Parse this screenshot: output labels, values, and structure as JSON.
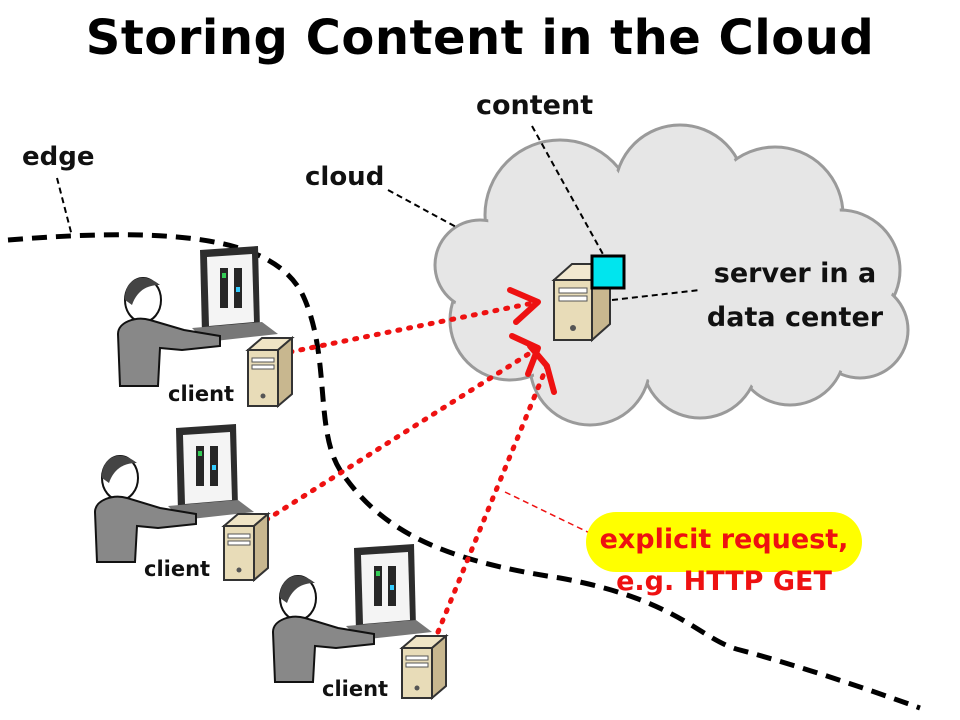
{
  "title": "Storing Content in the Cloud",
  "labels": {
    "edge": "edge",
    "cloud": "cloud",
    "content": "content",
    "server_line1": "server in a",
    "server_line2": "data center",
    "client": "client",
    "request_line1": "explicit request,",
    "request_line2": "e.g. HTTP GET"
  },
  "colors": {
    "request_arrow": "#ee1111",
    "request_text": "#ee1111",
    "highlight": "#ffff00",
    "content_box": "#00e5ee",
    "cloud_fill": "#e6e6e6",
    "edge_line": "#000000"
  },
  "icons": {
    "user": "person-at-computer-icon",
    "client_machine": "desktop-tower-icon",
    "server": "server-tower-icon",
    "content": "content-square-icon"
  }
}
